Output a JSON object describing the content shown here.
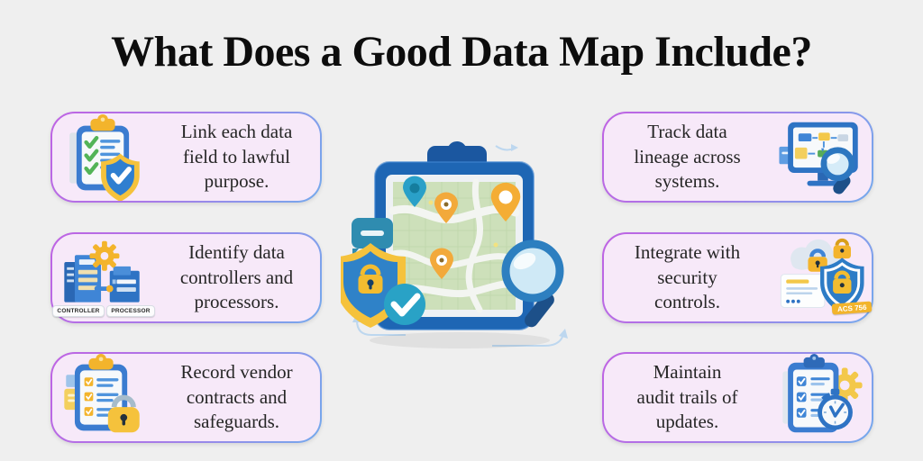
{
  "page": {
    "title": "What Does a Good Data Map Include?",
    "background_color": "#efefef",
    "card_background_color": "#f7e9f9",
    "card_border_gradient": [
      "#bf63e3",
      "#74aaec"
    ],
    "text_color": "#262626"
  },
  "cards": {
    "left": [
      {
        "label": "Link each data\nfield to lawful\npurpose.",
        "icon": "clipboard-shield-check-icon"
      },
      {
        "label": "Identify data\ncontrollers and\nprocessors.",
        "icon": "controller-processor-buildings-icon",
        "tags": [
          "CONTROLLER",
          "PROCESSOR"
        ]
      },
      {
        "label": "Record vendor\ncontracts and\nsafeguards.",
        "icon": "clipboard-padlock-icon"
      }
    ],
    "right": [
      {
        "label": "Track data\nlineage across\nsystems.",
        "icon": "monitor-lineage-magnifier-icon"
      },
      {
        "label": "Integrate with\nsecurity\ncontrols.",
        "icon": "cloud-shield-locks-icon",
        "badge": "ACS 756"
      },
      {
        "label": "Maintain\naudit trails of\nupdates.",
        "icon": "clipboard-gear-stopwatch-icon"
      }
    ]
  },
  "center": {
    "illustration": "clipboard-map-with-pins-shield-check-and-magnifier"
  }
}
